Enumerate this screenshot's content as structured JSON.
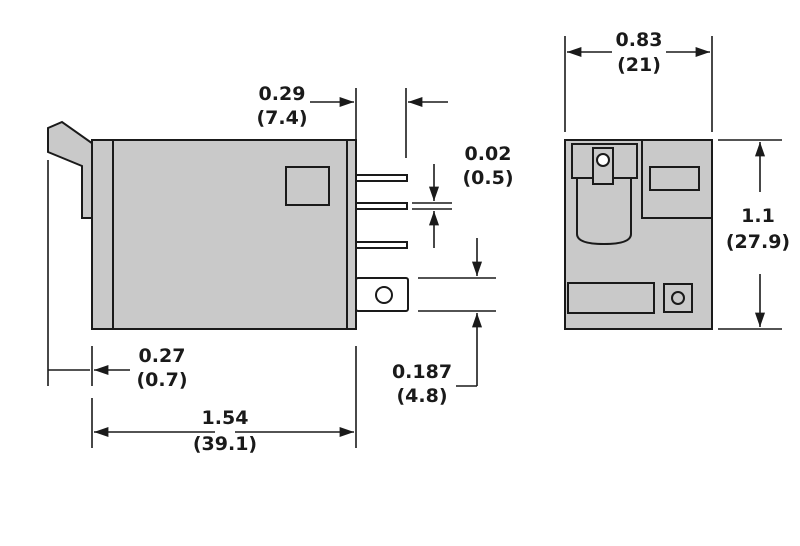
{
  "dimensions": {
    "pin_spacing": {
      "in": "0.29",
      "mm": "(7.4)"
    },
    "pin_thickness": {
      "in": "0.02",
      "mm": "(0.5)"
    },
    "tab_offset": {
      "in": "0.27",
      "mm": "(0.7)"
    },
    "tab_width": {
      "in": "0.187",
      "mm": "(4.8)"
    },
    "overall_length": {
      "in": "1.54",
      "mm": "(39.1)"
    },
    "end_width": {
      "in": "0.83",
      "mm": "(21)"
    },
    "end_height": {
      "in": "1.1",
      "mm": "(27.9)"
    }
  },
  "colors": {
    "body_fill": "#c9c9c9",
    "line": "#1a1a1a",
    "background": "#ffffff"
  }
}
